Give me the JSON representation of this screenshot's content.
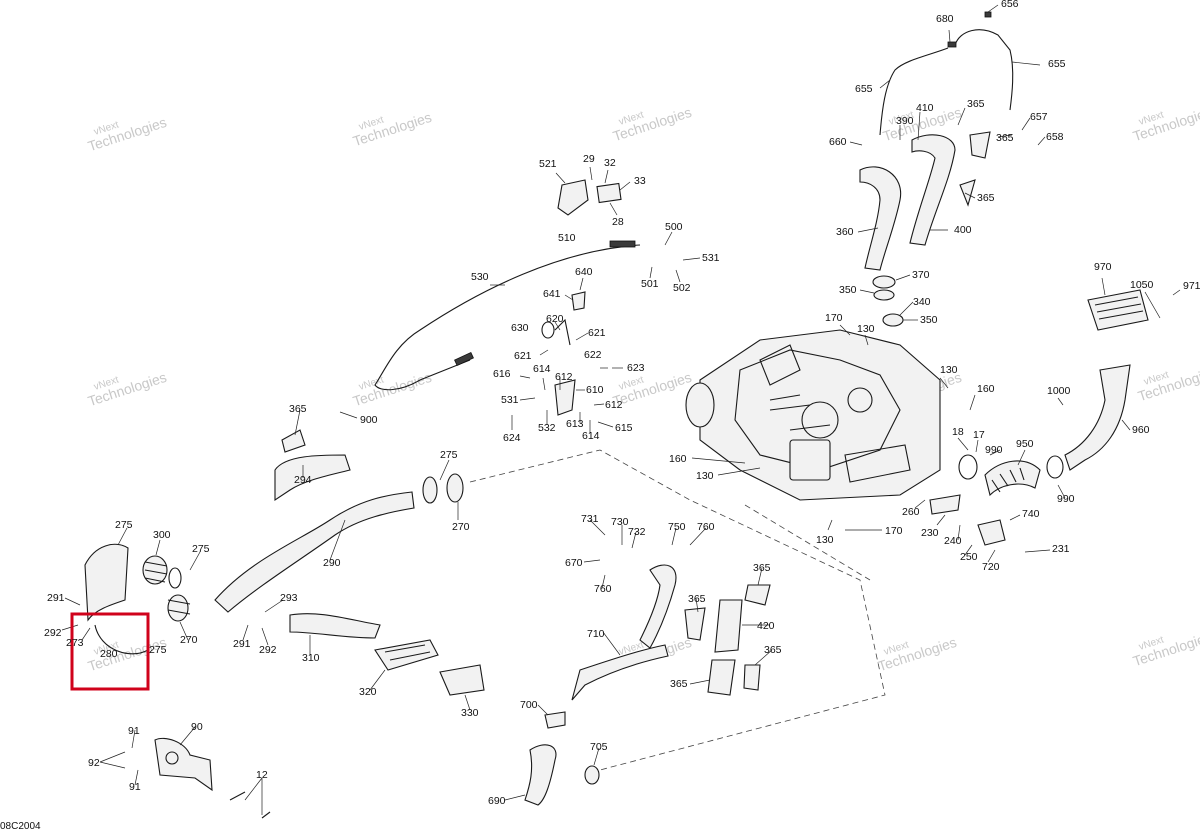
{
  "diagram_code": "08C2004",
  "watermark_lines": [
    "vNext",
    "Technologies"
  ],
  "highlight_color": "#d0021b",
  "callouts": [
    {
      "id": "656",
      "text": "656"
    },
    {
      "id": "680",
      "text": "680"
    },
    {
      "id": "655a",
      "text": "655"
    },
    {
      "id": "655b",
      "text": "655"
    },
    {
      "id": "410",
      "text": "410"
    },
    {
      "id": "390",
      "text": "390"
    },
    {
      "id": "365a",
      "text": "365"
    },
    {
      "id": "657",
      "text": "657"
    },
    {
      "id": "365b",
      "text": "365"
    },
    {
      "id": "658",
      "text": "658"
    },
    {
      "id": "660",
      "text": "660"
    },
    {
      "id": "365c",
      "text": "365"
    },
    {
      "id": "360",
      "text": "360"
    },
    {
      "id": "400",
      "text": "400"
    },
    {
      "id": "370",
      "text": "370"
    },
    {
      "id": "350a",
      "text": "350"
    },
    {
      "id": "340",
      "text": "340"
    },
    {
      "id": "350b",
      "text": "350"
    },
    {
      "id": "970",
      "text": "970"
    },
    {
      "id": "1050",
      "text": "1050"
    },
    {
      "id": "971",
      "text": "971"
    },
    {
      "id": "521",
      "text": "521"
    },
    {
      "id": "29",
      "text": "29"
    },
    {
      "id": "32",
      "text": "32"
    },
    {
      "id": "33",
      "text": "33"
    },
    {
      "id": "28",
      "text": "28"
    },
    {
      "id": "510",
      "text": "510"
    },
    {
      "id": "500",
      "text": "500"
    },
    {
      "id": "531a",
      "text": "531"
    },
    {
      "id": "501",
      "text": "501"
    },
    {
      "id": "502",
      "text": "502"
    },
    {
      "id": "530",
      "text": "530"
    },
    {
      "id": "640",
      "text": "640"
    },
    {
      "id": "641",
      "text": "641"
    },
    {
      "id": "620",
      "text": "620"
    },
    {
      "id": "630",
      "text": "630"
    },
    {
      "id": "621a",
      "text": "621"
    },
    {
      "id": "621b",
      "text": "621"
    },
    {
      "id": "622",
      "text": "622"
    },
    {
      "id": "623",
      "text": "623"
    },
    {
      "id": "616",
      "text": "616"
    },
    {
      "id": "614a",
      "text": "614"
    },
    {
      "id": "612a",
      "text": "612"
    },
    {
      "id": "610",
      "text": "610"
    },
    {
      "id": "531b",
      "text": "531"
    },
    {
      "id": "612b",
      "text": "612"
    },
    {
      "id": "613",
      "text": "613"
    },
    {
      "id": "615",
      "text": "615"
    },
    {
      "id": "624",
      "text": "624"
    },
    {
      "id": "532",
      "text": "532"
    },
    {
      "id": "614b",
      "text": "614"
    },
    {
      "id": "170a",
      "text": "170"
    },
    {
      "id": "130a",
      "text": "130"
    },
    {
      "id": "130b",
      "text": "130"
    },
    {
      "id": "160a",
      "text": "160"
    },
    {
      "id": "1000",
      "text": "1000"
    },
    {
      "id": "960",
      "text": "960"
    },
    {
      "id": "18",
      "text": "18"
    },
    {
      "id": "17",
      "text": "17"
    },
    {
      "id": "990a",
      "text": "990"
    },
    {
      "id": "950",
      "text": "950"
    },
    {
      "id": "990b",
      "text": "990"
    },
    {
      "id": "160b",
      "text": "160"
    },
    {
      "id": "130c",
      "text": "130"
    },
    {
      "id": "260",
      "text": "260"
    },
    {
      "id": "740",
      "text": "740"
    },
    {
      "id": "230",
      "text": "230"
    },
    {
      "id": "240",
      "text": "240"
    },
    {
      "id": "130d",
      "text": "130"
    },
    {
      "id": "170b",
      "text": "170"
    },
    {
      "id": "250",
      "text": "250"
    },
    {
      "id": "720",
      "text": "720"
    },
    {
      "id": "231",
      "text": "231"
    },
    {
      "id": "365d",
      "text": "365"
    },
    {
      "id": "900",
      "text": "900"
    },
    {
      "id": "294",
      "text": "294"
    },
    {
      "id": "275a",
      "text": "275"
    },
    {
      "id": "270a",
      "text": "270"
    },
    {
      "id": "290",
      "text": "290"
    },
    {
      "id": "275b",
      "text": "275"
    },
    {
      "id": "300",
      "text": "300"
    },
    {
      "id": "275c",
      "text": "275"
    },
    {
      "id": "291a",
      "text": "291"
    },
    {
      "id": "292a",
      "text": "292"
    },
    {
      "id": "273",
      "text": "273"
    },
    {
      "id": "270b",
      "text": "270"
    },
    {
      "id": "280",
      "text": "280"
    },
    {
      "id": "275d",
      "text": "275"
    },
    {
      "id": "293",
      "text": "293"
    },
    {
      "id": "291b",
      "text": "291"
    },
    {
      "id": "292b",
      "text": "292"
    },
    {
      "id": "310",
      "text": "310"
    },
    {
      "id": "320",
      "text": "320"
    },
    {
      "id": "330",
      "text": "330"
    },
    {
      "id": "731",
      "text": "731"
    },
    {
      "id": "730",
      "text": "730"
    },
    {
      "id": "732",
      "text": "732"
    },
    {
      "id": "750",
      "text": "750"
    },
    {
      "id": "760a",
      "text": "760"
    },
    {
      "id": "670",
      "text": "670"
    },
    {
      "id": "760b",
      "text": "760"
    },
    {
      "id": "365e",
      "text": "365"
    },
    {
      "id": "365f",
      "text": "365"
    },
    {
      "id": "420",
      "text": "420"
    },
    {
      "id": "710",
      "text": "710"
    },
    {
      "id": "365g",
      "text": "365"
    },
    {
      "id": "365h",
      "text": "365"
    },
    {
      "id": "700",
      "text": "700"
    },
    {
      "id": "705",
      "text": "705"
    },
    {
      "id": "690",
      "text": "690"
    },
    {
      "id": "90",
      "text": "90"
    },
    {
      "id": "91a",
      "text": "91"
    },
    {
      "id": "92",
      "text": "92"
    },
    {
      "id": "91b",
      "text": "91"
    },
    {
      "id": "12",
      "text": "12"
    }
  ]
}
